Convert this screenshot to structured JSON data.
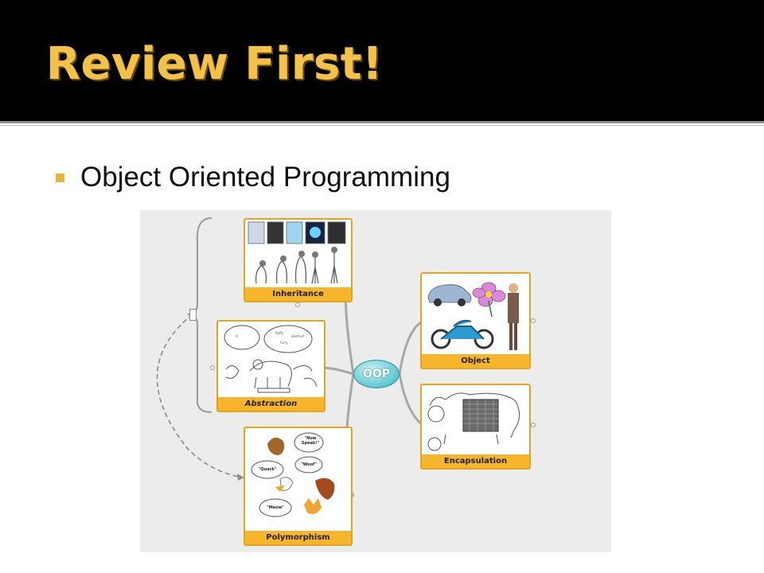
{
  "slide": {
    "title": "Review First!",
    "bullet": "Object Oriented Programming"
  },
  "diagram": {
    "center": "OOP",
    "nodes": [
      {
        "id": "inheritance",
        "label": "Inheritance"
      },
      {
        "id": "abstraction",
        "label": "Abstraction"
      },
      {
        "id": "polymorphism",
        "label": "Polymorphism"
      },
      {
        "id": "object",
        "label": "Object"
      },
      {
        "id": "encapsulation",
        "label": "Encapsulation"
      }
    ],
    "speech": {
      "now_speak": "\"Now Speak!\"",
      "quack": "\"Quack\"",
      "woof": "\"Woof\"",
      "meow": "\"Meow\""
    }
  },
  "colors": {
    "title": "#f2c24a",
    "bullet": "#e7b53c",
    "node_caption": "#f6b52a",
    "hub": "#5fc6cf"
  }
}
